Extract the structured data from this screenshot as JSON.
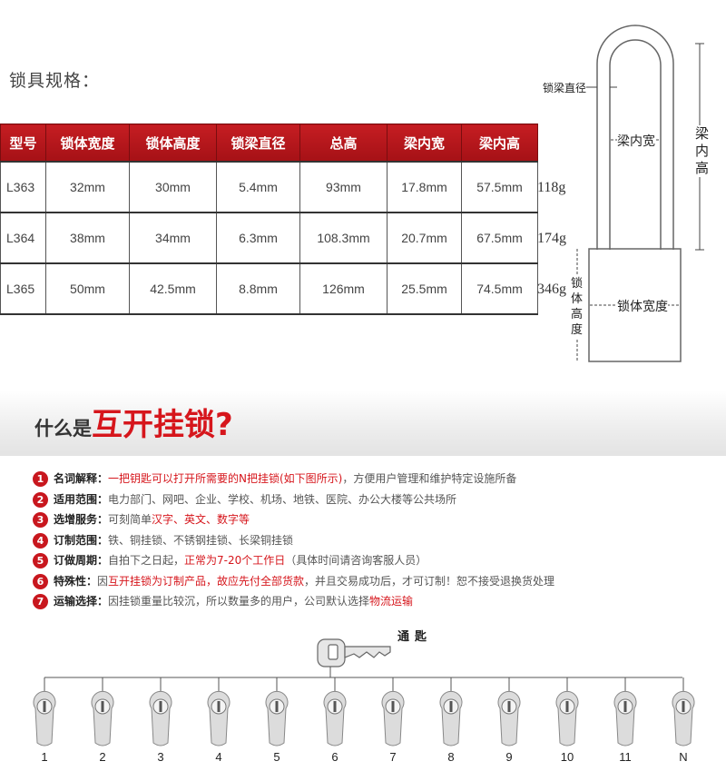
{
  "spec_title": "锁具规格：",
  "table": {
    "headers": [
      "型号",
      "锁体宽度",
      "锁体高度",
      "锁梁直径",
      "总高",
      "梁内宽",
      "梁内高"
    ],
    "rows": [
      {
        "model": "L363",
        "width": "32mm",
        "height": "30mm",
        "shackle_dia": "5.4mm",
        "total": "93mm",
        "inner_w": "17.8mm",
        "inner_h": "57.5mm",
        "weight": "118g"
      },
      {
        "model": "L364",
        "width": "38mm",
        "height": "34mm",
        "shackle_dia": "6.3mm",
        "total": "108.3mm",
        "inner_w": "20.7mm",
        "inner_h": "67.5mm",
        "weight": "174g"
      },
      {
        "model": "L365",
        "width": "50mm",
        "height": "42.5mm",
        "shackle_dia": "8.8mm",
        "total": "126mm",
        "inner_w": "25.5mm",
        "inner_h": "74.5mm",
        "weight": "346g"
      }
    ]
  },
  "diagram": {
    "shackle_diameter": "锁梁直径",
    "inner_width": "梁内宽",
    "inner_height": "梁内高",
    "body_height": "锁体高度",
    "body_width": "锁体宽度"
  },
  "banner": {
    "pre": "什么是",
    "main": "互开挂锁?"
  },
  "info": [
    {
      "num": "1",
      "label": "名词解释：",
      "parts": [
        {
          "t": "一把钥匙可以打开所需要的N把挂锁(如下图所示)",
          "red": true
        },
        {
          "t": "，方便用户管理和维护特定设施所备",
          "red": false
        }
      ]
    },
    {
      "num": "2",
      "label": "适用范围：",
      "parts": [
        {
          "t": "电力部门、网吧、企业、学校、机场、地铁、医院、办公大楼等公共场所",
          "red": false
        }
      ]
    },
    {
      "num": "3",
      "label": "选增服务：",
      "parts": [
        {
          "t": "可刻简单",
          "red": false
        },
        {
          "t": "汉字、英文、数字等",
          "red": true
        }
      ]
    },
    {
      "num": "4",
      "label": "订制范围：",
      "parts": [
        {
          "t": "铁、铜挂锁、不锈钢挂锁、长梁铜挂锁",
          "red": false
        }
      ]
    },
    {
      "num": "5",
      "label": "订做周期：",
      "parts": [
        {
          "t": "自拍下之日起，",
          "red": false
        },
        {
          "t": "正常为7-20个工作日",
          "red": true
        },
        {
          "t": "（具体时间请咨询客服人员）",
          "red": false
        }
      ]
    },
    {
      "num": "6",
      "label": "特殊性：",
      "parts": [
        {
          "t": "因",
          "red": false
        },
        {
          "t": "互开挂锁为订制产品，故应先付全部货款",
          "red": true
        },
        {
          "t": "，并且交易成功后，才可订制！恕不接受退换货处理",
          "red": false
        }
      ]
    },
    {
      "num": "7",
      "label": "运输选择：",
      "parts": [
        {
          "t": "因挂锁重量比较沉，所以数量多的用户，公司默认选择",
          "red": false
        },
        {
          "t": "物流运输",
          "red": true
        }
      ]
    }
  ],
  "key_label": "通匙",
  "cylinders": [
    "1",
    "2",
    "3",
    "4",
    "5",
    "6",
    "7",
    "8",
    "9",
    "10",
    "11",
    "N"
  ]
}
